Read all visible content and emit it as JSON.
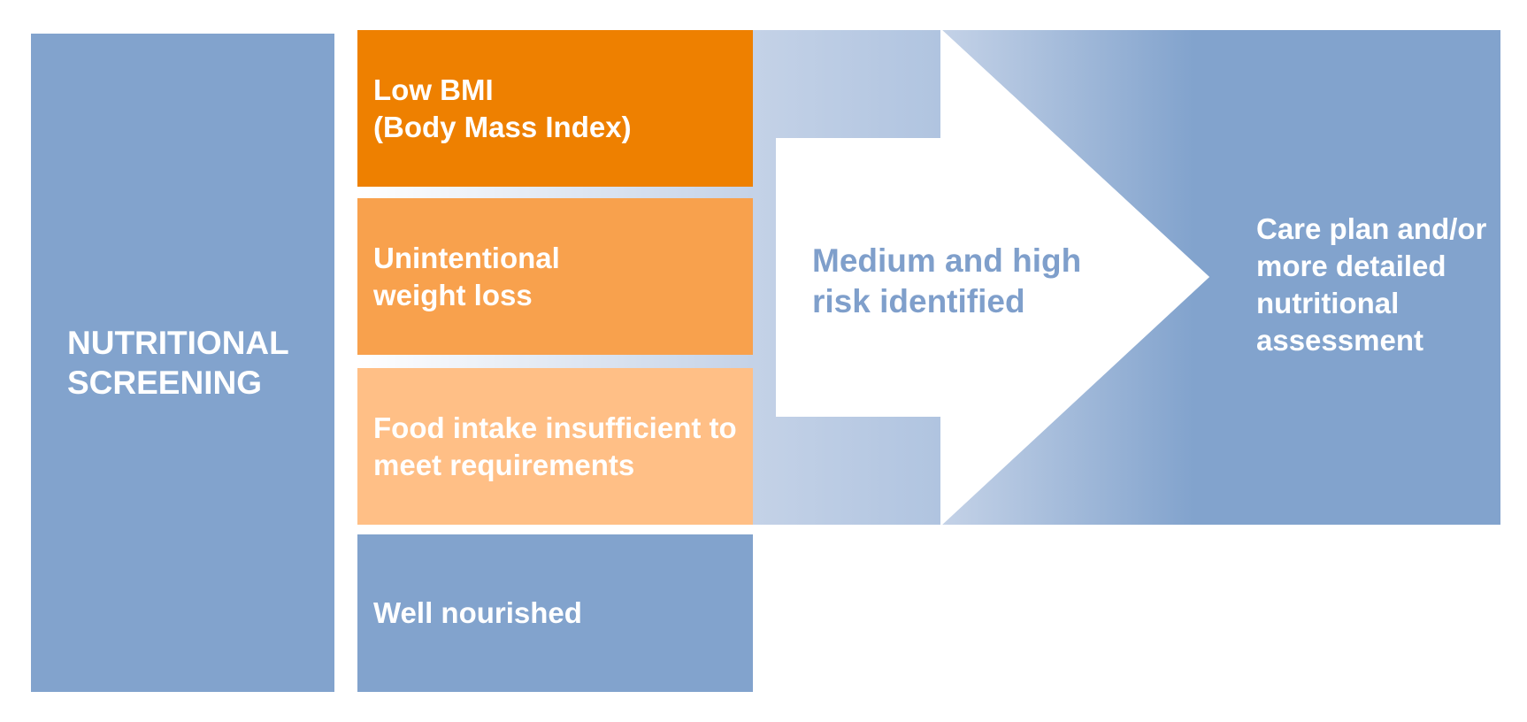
{
  "screening": {
    "label": "NUTRITIONAL\nSCREENING"
  },
  "risk_factors": [
    {
      "label": "Low BMI\n(Body Mass Index)"
    },
    {
      "label": "Unintentional\nweight loss"
    },
    {
      "label": "Food intake insufficient to\nmeet requirements"
    },
    {
      "label": "Well nourished"
    }
  ],
  "flow": {
    "risk_label": "Medium and high\nrisk identified",
    "outcome_label": "Care plan and/or\nmore detailed\nnutritional\nassessment"
  },
  "colors": {
    "blue": "#82a3cd",
    "blue_light": "#c4d2e7",
    "orange_dark": "#ee8000",
    "orange_mid": "#f8a14d",
    "orange_light": "#ffbf86",
    "risk_text": "#7f9fcb"
  }
}
